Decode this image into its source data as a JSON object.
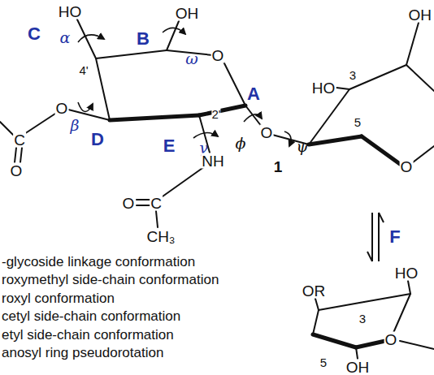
{
  "diagram": {
    "labels": [
      "HO",
      "α",
      "OH",
      "ω",
      "C",
      "B",
      "O",
      "4'",
      "2'",
      "O",
      "C",
      "O",
      "β",
      "D",
      "E",
      "γ",
      "NH",
      "ϕ",
      "A",
      "O",
      "ψ",
      "1",
      "O",
      "C",
      "CH₃",
      "HO",
      "3",
      "5",
      "OH",
      "O",
      "F",
      "OR",
      "HO",
      "3",
      "O",
      "5",
      "OH",
      "-glycoside linkage conformation",
      "roxymethyl side-chain conformation",
      "roxyl conformation",
      "cetyl side-chain conformation",
      "etyl side-chain conformation",
      "anosyl ring pseudorotation"
    ]
  }
}
